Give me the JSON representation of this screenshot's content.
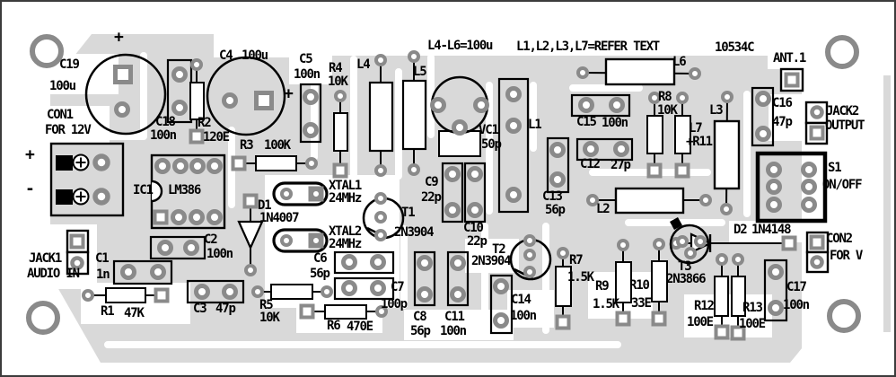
{
  "board": {
    "code": "10534C",
    "note_1": "L4-L6=100u",
    "note_2": "L1,L2,L3,L7=REFER TEXT"
  },
  "components": {
    "C19": {
      "ref": "C19",
      "value": "100u",
      "polarity": "+"
    },
    "C18": {
      "ref": "C18",
      "value": "100n"
    },
    "R2": {
      "ref": "R2",
      "value": "120E"
    },
    "C4": {
      "ref": "C4",
      "value": "100u",
      "polarity": "+"
    },
    "C5": {
      "ref": "C5",
      "value": "100n"
    },
    "R3": {
      "ref": "R3",
      "value": "100K"
    },
    "R4": {
      "ref": "R4",
      "value": "10K"
    },
    "L4": {
      "ref": "L4"
    },
    "L5": {
      "ref": "L5"
    },
    "VC1": {
      "ref": "VC1",
      "value": "50p"
    },
    "L1": {
      "ref": "L1"
    },
    "C9": {
      "ref": "C9",
      "value": "22p"
    },
    "C10": {
      "ref": "C10",
      "value": "22p"
    },
    "T1": {
      "ref": "T1",
      "value": "2N3904"
    },
    "XTAL1": {
      "ref": "XTAL1",
      "value": "24MHz"
    },
    "XTAL2": {
      "ref": "XTAL2",
      "value": "24MHz"
    },
    "D1": {
      "ref": "D1",
      "value": "1N4007"
    },
    "IC1": {
      "ref": "IC1",
      "value": "LM386"
    },
    "CON1": {
      "ref": "CON1",
      "value": "FOR 12V",
      "plus": "+",
      "minus": "-"
    },
    "JACK1": {
      "ref": "JACK1",
      "value": "AUDIO IN"
    },
    "C1": {
      "ref": "C1",
      "value": "1n"
    },
    "C2": {
      "ref": "C2",
      "value": "100n"
    },
    "R1": {
      "ref": "R1",
      "value": "47K"
    },
    "C3": {
      "ref": "C3",
      "value": "47p"
    },
    "R5": {
      "ref": "R5",
      "value": "10K"
    },
    "R6": {
      "ref": "R6",
      "value": "470E"
    },
    "C6": {
      "ref": "C6",
      "value": "56p"
    },
    "C7": {
      "ref": "C7",
      "value": "100p"
    },
    "C8": {
      "ref": "C8",
      "value": "56p"
    },
    "C11": {
      "ref": "C11",
      "value": "100n"
    },
    "T2": {
      "ref": "T2",
      "value": "2N3904"
    },
    "C14": {
      "ref": "C14",
      "value": "100n"
    },
    "R7": {
      "ref": "R7",
      "value": "1.5K"
    },
    "C13": {
      "ref": "C13",
      "value": "56p"
    },
    "C15": {
      "ref": "C15",
      "value": "100n"
    },
    "C12": {
      "ref": "C12",
      "value": "27p"
    },
    "L6": {
      "ref": "L6"
    },
    "L2": {
      "ref": "L2"
    },
    "R8": {
      "ref": "R8",
      "value": "10K"
    },
    "L7": {
      "ref": "L7",
      "value": "+R11"
    },
    "L3": {
      "ref": "L3"
    },
    "C16": {
      "ref": "C16",
      "value": "47p"
    },
    "ANT1": {
      "ref": "ANT.1"
    },
    "JACK2": {
      "ref": "JACK2",
      "value": "OUTPUT"
    },
    "S1": {
      "ref": "S1",
      "value": "ON/OFF"
    },
    "D2": {
      "ref": "D2",
      "value": "1N4148"
    },
    "T3": {
      "ref": "T3",
      "value": "2N3866"
    },
    "R9": {
      "ref": "R9",
      "value": "1.5K"
    },
    "R10": {
      "ref": "R10",
      "value": "33E"
    },
    "R12": {
      "ref": "R12",
      "value": "100E"
    },
    "R13": {
      "ref": "R13",
      "value": "100E"
    },
    "C17": {
      "ref": "C17",
      "value": "100n"
    },
    "CON2": {
      "ref": "CON2",
      "value": "FOR V"
    }
  }
}
